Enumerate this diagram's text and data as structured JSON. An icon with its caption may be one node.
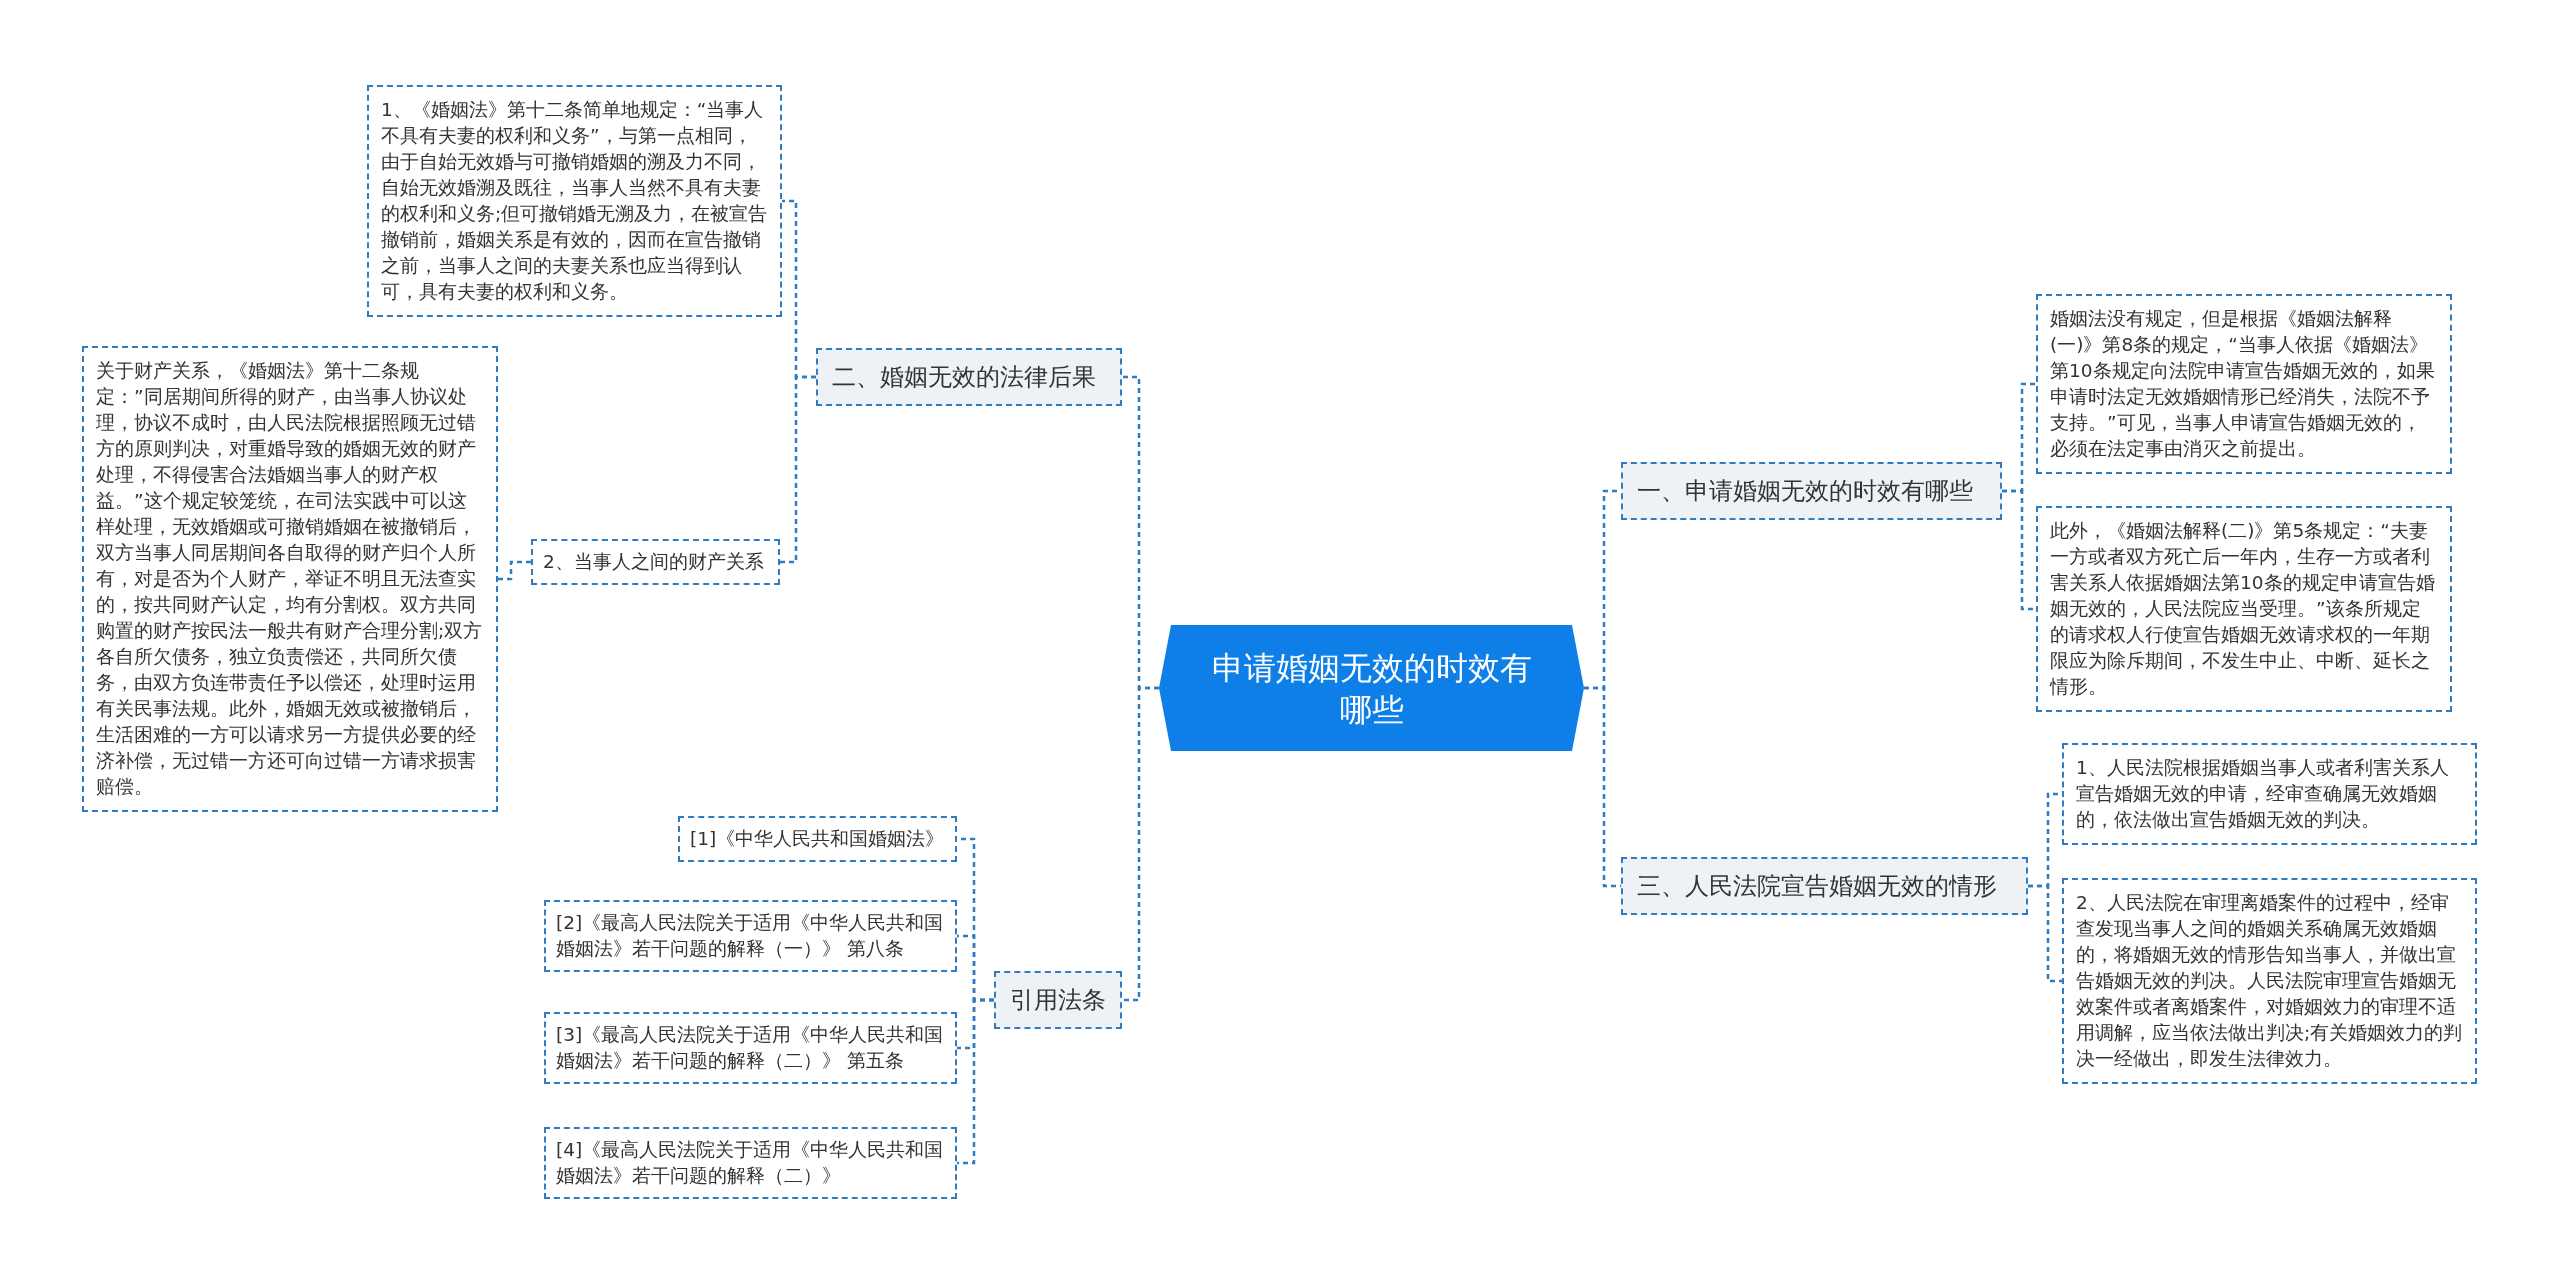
{
  "diagram": {
    "nodes": [
      {
        "text": [
          "申请婚姻无效的时效有哪些"
        ]
      },
      {
        "text": [
          "一、申请婚姻无效的时效有哪些"
        ]
      },
      {
        "text": [
          "婚姻法没有规定，但是根据《婚姻法解释(一)》第8条的规定，“当事人依据《婚姻法》第10条规定向法院申请宣告婚姻无效的，如果申请时法定无效婚姻情形已经消失，法院不予支持。”可见，当事人申请宣告婚姻无效的，必须在法定事由消灭之前提出。"
        ]
      },
      {
        "text": [
          "此外，《婚姻法解释(二)》第5条规定：“夫妻一方或者双方死亡后一年内，生存一方或者利害关系人依据婚姻法第10条的规定申请宣告婚姻无效的，人民法院应当受理。”该条所规定的请求权人行使宣告婚姻无效请求权的一年期限应为除斥期间，不发生中止、中断、延长之情形。"
        ]
      },
      {
        "text": [
          "三、人民法院宣告婚姻无效的情形"
        ]
      },
      {
        "text": [
          "1、人民法院根据婚姻当事人或者利害关系人宣告婚姻无效的申请，经审查确属无效婚姻的，依法做出宣告婚姻无效的判决。"
        ]
      },
      {
        "text": [
          "2、人民法院在审理离婚案件的过程中，经审查发现当事人之间的婚姻关系确属无效婚姻的，将婚姻无效的情形告知当事人，并做出宣告婚姻无效的判决。人民法院审理宣告婚姻无效案件或者离婚案件，对婚姻效力的审理不适用调解，应当依法做出判决;有关婚姻效力的判决一经做出，即发生法律效力。"
        ]
      },
      {
        "text": [
          "二、婚姻无效的法律后果"
        ]
      },
      {
        "text": [
          "1、《婚姻法》第十二条简单地规定：“当事人不具有夫妻的权利和义务”，与第一点相同，由于自始无效婚与可撤销婚姻的溯及力不同，自始无效婚溯及既往，当事人当然不具有夫妻的权利和义务;但可撤销婚无溯及力，在被宣告撤销前，婚姻关系是有效的，因而在宣告撤销之前，当事人之间的夫妻关系也应当得到认可，具有夫妻的权利和义务。"
        ]
      },
      {
        "text": [
          "2、当事人之间的财产关系"
        ]
      },
      {
        "text": [
          "关于财产关系，《婚姻法》第十二条规定：”同居期间所得的财产，由当事人协议处理，协议不成时，由人民法院根据照顾无过错方的原则判决，对重婚导致的婚姻无效的财产处理，不得侵害合法婚姻当事人的财产权益。”这个规定较笼统，在司法实践中可以这样处理，无效婚姻或可撤销婚姻在被撤销后，双方当事人同居期间各自取得的财产归个人所有，对是否为个人财产，举证不明且无法查实的，按共同财产认定，均有分割权。双方共同购置的财产按民法一般共有财产合理分割;双方各自所欠债务，独立负责偿还，共同所欠债务，由双方负连带责任予以偿还，处理时运用有关民事法规。此外，婚姻无效或被撤销后，生活困难的一方可以请求另一方提供必要的经济补偿，无过错一方还可向过错一方请求损害赔偿。"
        ]
      },
      {
        "text": [
          "引用法条"
        ]
      },
      {
        "text": [
          "[1]《中华人民共和国婚姻法》"
        ]
      },
      {
        "text": [
          "[2]《最高人民法院关于适用《中华人民共和国婚姻法》若干问题的解释（一）》 第八条"
        ]
      },
      {
        "text": [
          "[3]《最高人民法院关于适用《中华人民共和国婚姻法》若干问题的解释（二）》 第五条"
        ]
      },
      {
        "text": [
          "[4]《最高人民法院关于适用《中华人民共和国婚姻法》若干问题的解释（二）》"
        ]
      }
    ],
    "edges": [
      {
        "from": 0,
        "to": 1,
        "arrow": "none"
      },
      {
        "from": 1,
        "to": 2,
        "arrow": "none"
      },
      {
        "from": 1,
        "to": 3,
        "arrow": "none"
      },
      {
        "from": 0,
        "to": 4,
        "arrow": "none"
      },
      {
        "from": 4,
        "to": 5,
        "arrow": "none"
      },
      {
        "from": 4,
        "to": 6,
        "arrow": "none"
      },
      {
        "from": 0,
        "to": 7,
        "arrow": "none"
      },
      {
        "from": 7,
        "to": 8,
        "arrow": "none"
      },
      {
        "from": 7,
        "to": 9,
        "arrow": "none"
      },
      {
        "from": 9,
        "to": 10,
        "arrow": "none"
      },
      {
        "from": 0,
        "to": 11,
        "arrow": "none"
      },
      {
        "from": 11,
        "to": 12,
        "arrow": "none"
      },
      {
        "from": 11,
        "to": 13,
        "arrow": "none"
      },
      {
        "from": 11,
        "to": 14,
        "arrow": "none"
      },
      {
        "from": 11,
        "to": 15,
        "arrow": "none"
      }
    ]
  }
}
